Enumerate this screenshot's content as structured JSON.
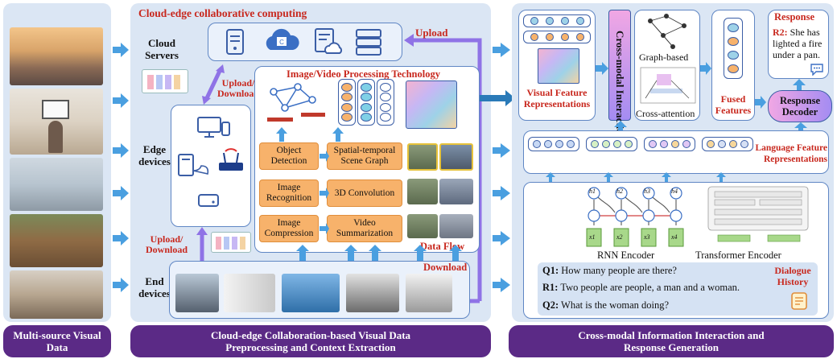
{
  "left": {
    "footer": "Multi-source Visual Data"
  },
  "middle": {
    "title": "Cloud-edge collaborative computing",
    "cloud_servers": "Cloud Servers",
    "upload": "Upload",
    "upload_download_top": "Upload/ Download",
    "upload_download_bottom": "Upload/ Download",
    "edge_devices": "Edge devices",
    "end_devices": "End devices",
    "download": "Download",
    "ivp_title": "Image/Video Processing Technology",
    "data_flow": "Data Flow",
    "boxes": {
      "object_detection": "Object Detection",
      "image_recognition": "Image Recognition",
      "image_compression": "Image Compression",
      "scene_graph": "Spatial-temporal Scene Graph",
      "conv3d": "3D Convolution",
      "video_summarization": "Video Summarization"
    },
    "footer": "Cloud-edge Collaboration-based Visual Data Preprocessing and Context Extraction"
  },
  "right": {
    "visual_feature": "Visual Feature Representations",
    "cross_modal": "Cross-modal Interaction",
    "graph_based": "Graph-based",
    "cross_attention": "Cross-attention",
    "fused": "Fused Features",
    "response_title": "Response",
    "r2_label": "R2:",
    "r2_text": "She has lighted a fire under a pan.",
    "response_decoder": "Response Decoder",
    "language_feature": "Language Feature Representations",
    "rnn": "RNN Encoder",
    "transformer": "Transformer Encoder",
    "dialogue_history": "Dialogue History",
    "q1_label": "Q1:",
    "q1": "How many people are there?",
    "r1_label": "R1:",
    "r1": "Two people are people, a man and a woman.",
    "q2_label": "Q2:",
    "q2": "What is the woman doing?",
    "footer": "Cross-modal Information Interaction and Response Generation",
    "rnn_h": [
      "h1",
      "h2",
      "h3",
      "h4"
    ],
    "rnn_x": [
      "x1",
      "x2",
      "x3",
      "x4"
    ]
  },
  "colors": {
    "purple_bar": "#5b2a86",
    "red_text": "#c8281e",
    "orange_box": "#f7b26b",
    "arrow_blue": "#4a9fe0",
    "panel_bg": "#dbe6f4"
  }
}
